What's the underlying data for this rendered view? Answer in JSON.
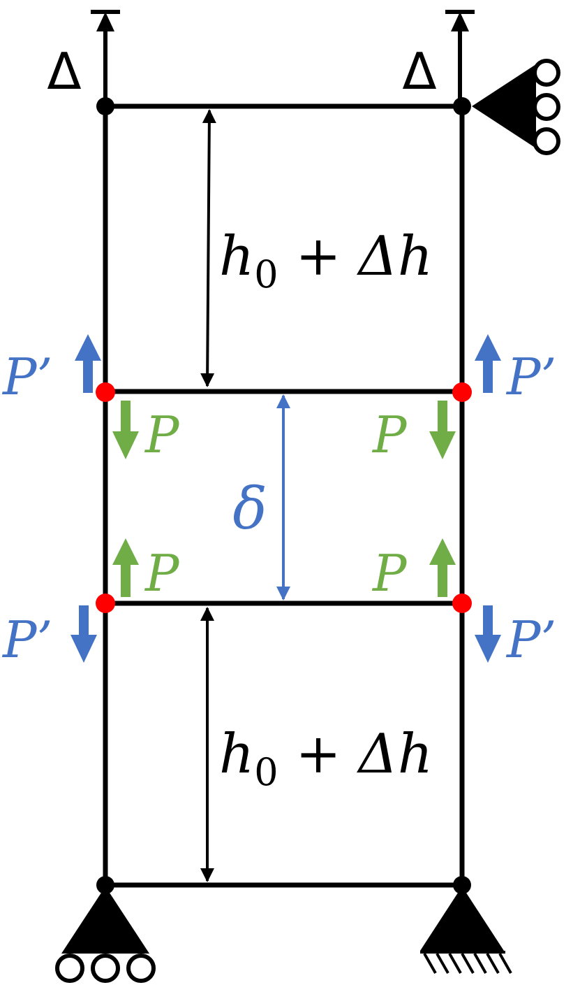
{
  "colors": {
    "structure": "#000000",
    "prime_force": "#4472C4",
    "force": "#70AD47",
    "hinge": "#FF0000",
    "gap": "#4472C4"
  },
  "labels": {
    "delta_top_left": "Δ",
    "delta_top_right": "Δ",
    "height_upper": {
      "base": "h",
      "subscript": "0",
      "rest": " + Δh"
    },
    "height_lower": {
      "base": "h",
      "subscript": "0",
      "rest": " + Δh"
    },
    "gap_label": "δ",
    "p_prime": "P’",
    "p": "P"
  },
  "icons": {
    "top_left_load": "up-arrow-icon",
    "top_right_load": "up-arrow-icon",
    "top_right_support": "roller-support-icon",
    "bottom_left_support": "roller-support-icon",
    "bottom_right_support": "fixed-pin-support-icon"
  }
}
